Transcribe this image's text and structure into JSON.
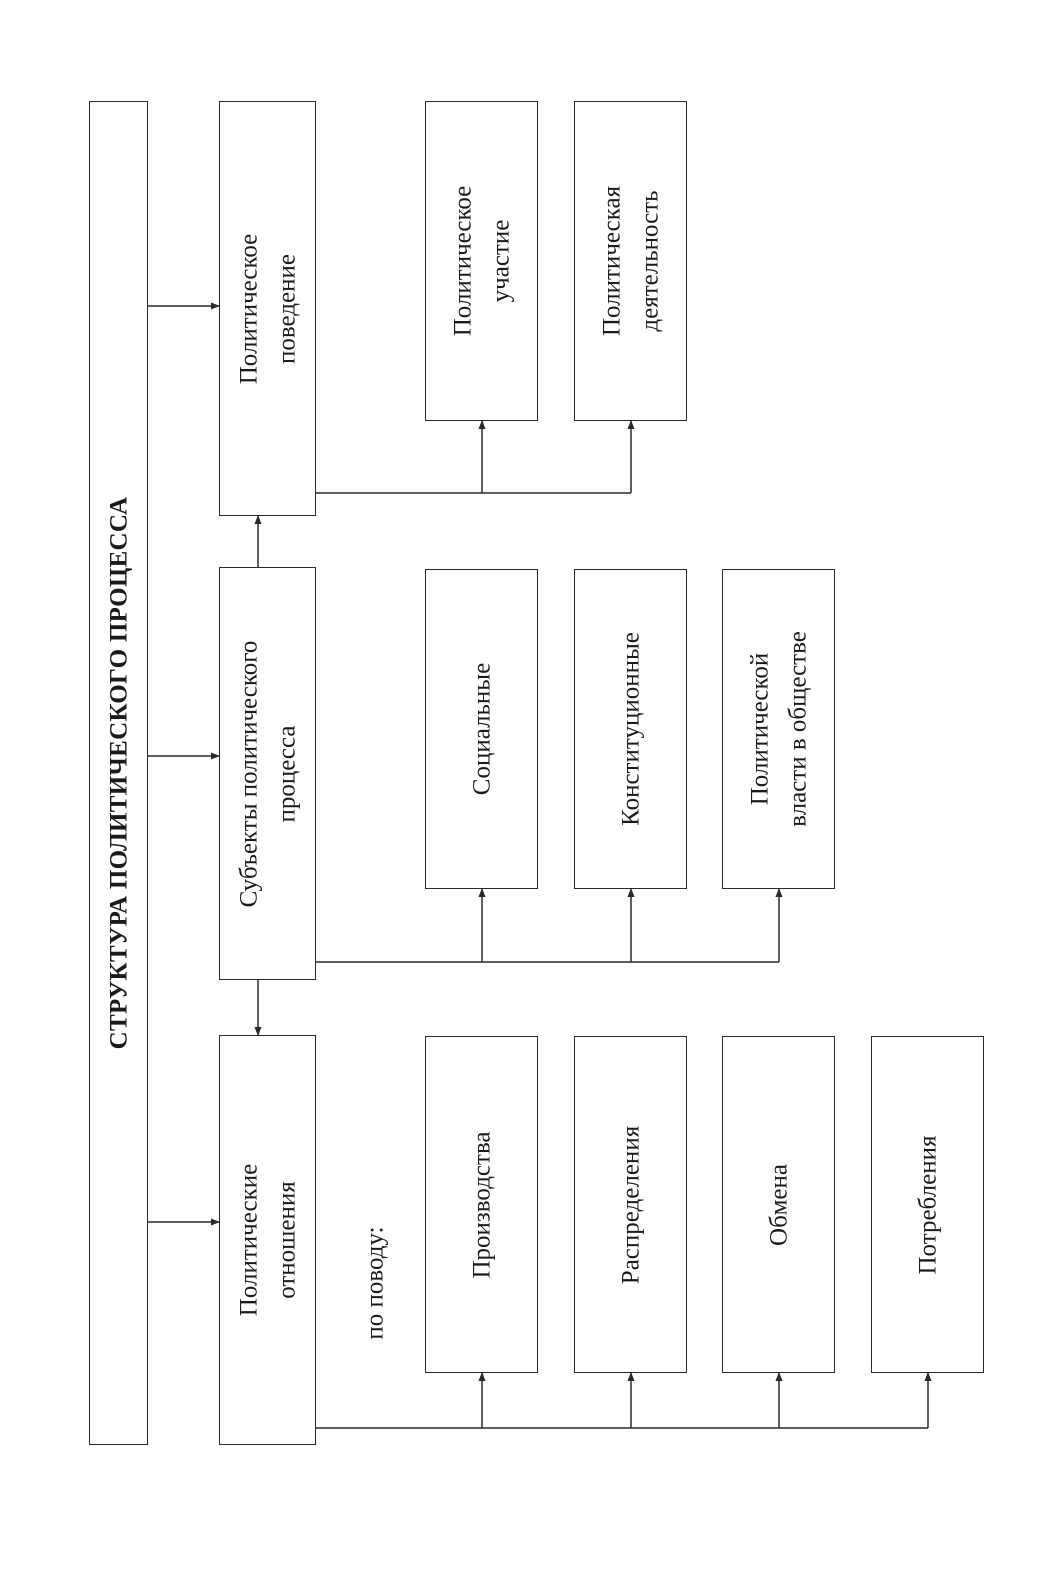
{
  "title": "СТРУКТУРА ПОЛИТИЧЕСКОГО ПРОЦЕССА",
  "behavior": {
    "title": {
      "line1": "Политическое",
      "line2": "поведение"
    },
    "children": [
      {
        "line1": "Политическое",
        "line2": "участие"
      },
      {
        "line1": "Политическая",
        "line2": "деятельность"
      }
    ]
  },
  "subjects": {
    "title": {
      "line1": "Субъекты политического",
      "line2": "процесса"
    },
    "children": [
      {
        "line1": "Социальные"
      },
      {
        "line1": "Конституционные"
      },
      {
        "line1": "Политической",
        "line2": "власти в обществе"
      }
    ]
  },
  "relations": {
    "title": {
      "line1": "Политические",
      "line2": "отношения"
    },
    "qualifier": "по поводу:",
    "children": [
      {
        "line1": "Производства"
      },
      {
        "line1": "Распределения"
      },
      {
        "line1": "Обмена"
      },
      {
        "line1": "Потребления"
      }
    ]
  }
}
